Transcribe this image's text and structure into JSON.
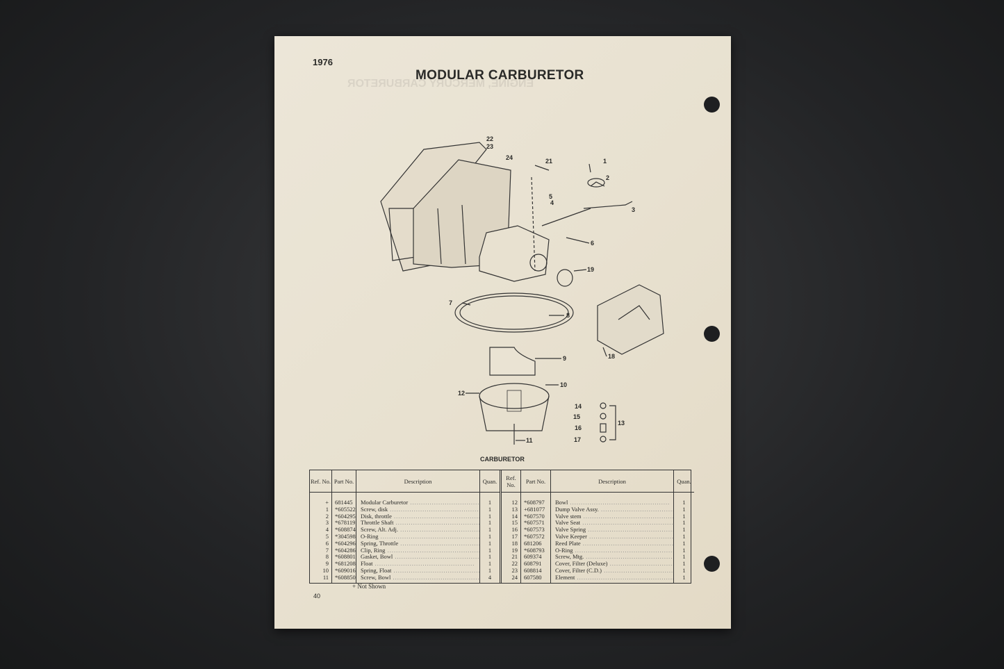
{
  "header": {
    "year": "1976",
    "title": "MODULAR CARBURETOR",
    "bleed_through": "ENGINE, MERCURY CARBURETOR"
  },
  "diagram": {
    "caption": "CARBURETOR",
    "callouts": [
      {
        "label": "22"
      },
      {
        "label": "23"
      },
      {
        "label": "24"
      },
      {
        "label": "21"
      },
      {
        "label": "1"
      },
      {
        "label": "2"
      },
      {
        "label": "3"
      },
      {
        "label": "5"
      },
      {
        "label": "4"
      },
      {
        "label": "6"
      },
      {
        "label": "19"
      },
      {
        "label": "7"
      },
      {
        "label": "8"
      },
      {
        "label": "9"
      },
      {
        "label": "18"
      },
      {
        "label": "10"
      },
      {
        "label": "12"
      },
      {
        "label": "14"
      },
      {
        "label": "15"
      },
      {
        "label": "16"
      },
      {
        "label": "17"
      },
      {
        "label": "13"
      },
      {
        "label": "11"
      }
    ]
  },
  "table": {
    "headers": {
      "ref": "Ref. No.",
      "part": "Part No.",
      "desc": "Description",
      "qty": "Quan."
    },
    "left": [
      {
        "ref": "+",
        "part": "681445",
        "desc": "Modular Carburetor",
        "qty": "1"
      },
      {
        "ref": "1",
        "part": "*605522",
        "desc": "Screw, disk",
        "qty": "1"
      },
      {
        "ref": "2",
        "part": "*604295",
        "desc": "Disk, throttle",
        "qty": "1"
      },
      {
        "ref": "3",
        "part": "*678119",
        "desc": "Throttle Shaft",
        "qty": "1"
      },
      {
        "ref": "4",
        "part": "*608874",
        "desc": "Screw, Alt. Adj.",
        "qty": "1"
      },
      {
        "ref": "5",
        "part": "*304598",
        "desc": "O-Ring",
        "qty": "1"
      },
      {
        "ref": "6",
        "part": "*604296",
        "desc": "Spring, Throttle",
        "qty": "1"
      },
      {
        "ref": "7",
        "part": "*604286",
        "desc": "Clip, Ring",
        "qty": "1"
      },
      {
        "ref": "8",
        "part": "*608801",
        "desc": "Gasket, Bowl",
        "qty": "1"
      },
      {
        "ref": "9",
        "part": "*681208",
        "desc": "Float",
        "qty": "1"
      },
      {
        "ref": "10",
        "part": "*609016",
        "desc": "Spring, Float",
        "qty": "1"
      },
      {
        "ref": "11",
        "part": "*608850",
        "desc": "Screw, Bowl",
        "qty": "4"
      }
    ],
    "right": [
      {
        "ref": "12",
        "part": "*608797",
        "desc": "Bowl",
        "qty": "1"
      },
      {
        "ref": "13",
        "part": "+681077",
        "desc": "Dump Valve Assy.",
        "qty": "1"
      },
      {
        "ref": "14",
        "part": "*607570",
        "desc": "Valve stem",
        "qty": "1"
      },
      {
        "ref": "15",
        "part": "*607571",
        "desc": "Valve Seat",
        "qty": "1"
      },
      {
        "ref": "16",
        "part": "*607573",
        "desc": "Valve Spring",
        "qty": "1"
      },
      {
        "ref": "17",
        "part": "*607572",
        "desc": "Valve Keeper",
        "qty": "1"
      },
      {
        "ref": "18",
        "part": "681206",
        "desc": "Reed Plate",
        "qty": "1"
      },
      {
        "ref": "19",
        "part": "*608793",
        "desc": "O-Ring",
        "qty": "1"
      },
      {
        "ref": "21",
        "part": "609374",
        "desc": "Screw, Mtg.",
        "qty": "1"
      },
      {
        "ref": "22",
        "part": "608791",
        "desc": "Cover, Filter (Deluxe)",
        "qty": "1"
      },
      {
        "ref": "23",
        "part": "608814",
        "desc": "Cover, Filter (C.D.)",
        "qty": "1"
      },
      {
        "ref": "24",
        "part": "607580",
        "desc": "Element",
        "qty": "1"
      }
    ],
    "note": "+ Not Shown"
  },
  "footer": {
    "page_number": "40"
  }
}
